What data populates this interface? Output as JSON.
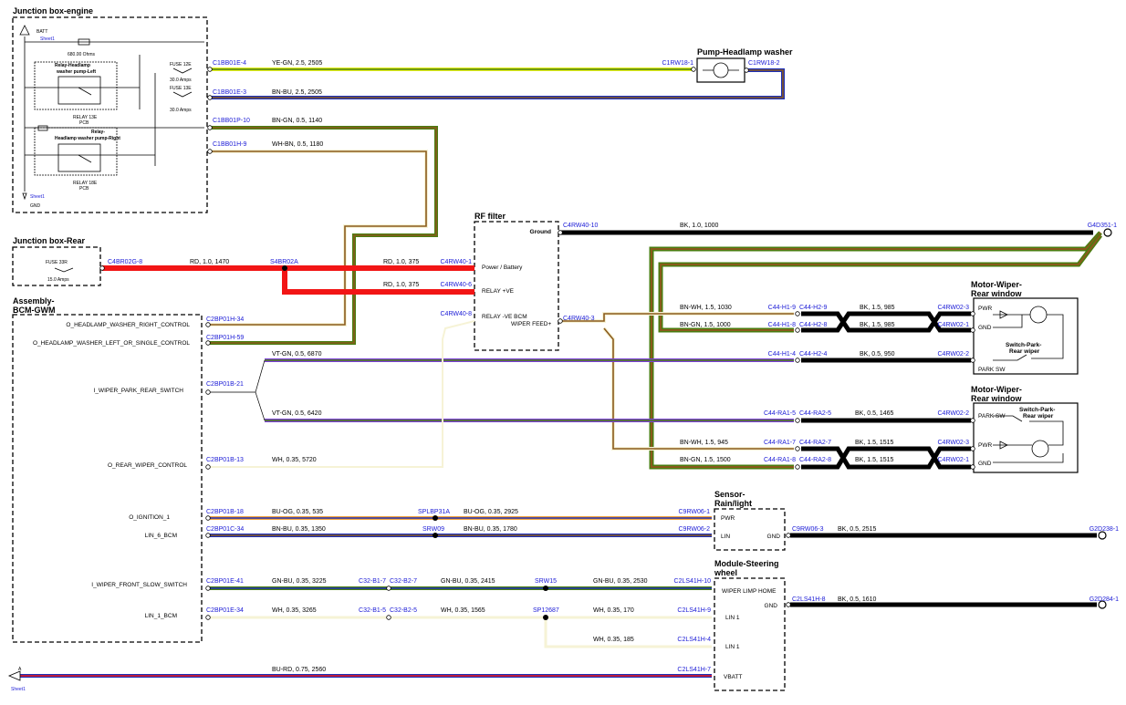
{
  "blocks": {
    "jb_engine": "Junction box-engine",
    "jb_rear": "Junction box-Rear",
    "bcm": "Assembly-\nBCM-GWM",
    "bcm_l1": "Assembly-",
    "bcm_l2": "BCM-GWM",
    "rf_filter": "RF filter",
    "pump": "Pump-Headlamp washer",
    "motor1_l1": "Motor-Wiper-",
    "motor1_l2": "Rear window",
    "motor2_l1": "Motor-Wiper-",
    "motor2_l2": "Rear window",
    "sensor_l1": "Sensor-",
    "sensor_l2": "Rain/light",
    "steer_l1": "Module-Steering",
    "steer_l2": "wheel"
  },
  "jb_engine_parts": {
    "batt": "BATT",
    "sheet_top": "Sheet1",
    "resistor": "680.00 Ohms",
    "relay1_l1": "Relay-Headlamp",
    "relay1_l2": "washer pump-Left",
    "relay1_tag": "RELAY 13E",
    "relay1_pcb": "PCB",
    "relay2_l1": "Relay-",
    "relay2_l2": "Headlamp washer pump-Right",
    "relay2_tag": "RELAY 18E",
    "relay2_pcb": "PCB",
    "sheet_bot": "Sheet1",
    "gnd": "GND",
    "fuse12": "FUSE 12E",
    "fuse12_amp": "30.0 Amps",
    "fuse13": "FUSE 13E",
    "fuse13_amp": "30.0 Amps"
  },
  "jb_rear_parts": {
    "fuse": "FUSE 33R",
    "amp": "15.0 Amps"
  },
  "bcm_signals": {
    "s1": "O_HEADLAMP_WASHER_RIGHT_CONTROL",
    "s2": "O_HEADLAMP_WASHER_LEFT_OR_SINGLE_CONTROL",
    "s3": "I_WIPER_PARK_REAR_SWITCH",
    "s4": "O_REAR_WIPER_CONTROL",
    "s5": "O_IGNITION_1",
    "s6": "LIN_6_BCM",
    "s7": "I_WIPER_FRONT_SLOW_SWITCH",
    "s8": "LIN_1_BCM"
  },
  "rf_pins": {
    "ground": "Ground",
    "power": "Power / Battery",
    "relay_ve": "RELAY +VE",
    "relay_neg": "RELAY -VE BCM",
    "wiper_feed": "WIPER FEED+"
  },
  "motor_pins": {
    "pwr1": "PWR",
    "gnd1": "GND",
    "switch1_l1": "Switch-Park-",
    "switch1_l2": "Rear wiper",
    "parksw1": "PARK SW",
    "parksw2": "PARK SW",
    "switch2_l1": "Switch-Park-",
    "switch2_l2": "Rear wiper",
    "pwr2": "PWR",
    "gnd2": "GND"
  },
  "sensor_pins": {
    "pwr": "PWR",
    "lin": "LIN",
    "gnd": "GND"
  },
  "steer_pins": {
    "wiper": "WIPER LIMP HOME",
    "lin1a": "LIN 1",
    "lin1b": "LIN 1",
    "vbatt": "VBATT",
    "gnd": "GND"
  },
  "bottom": {
    "a": "A",
    "sheet": "Sheet1"
  },
  "connectors": {
    "c1bb01e4": "C1BB01E-4",
    "c1bb01e3": "C1BB01E-3",
    "c1bb01p10": "C1BB01P-10",
    "c1bb01h9": "C1BB01H-9",
    "c1rw181": "C1RW18-1",
    "c1rw182": "C1RW18-2",
    "c4br02g8": "C4BR02G-8",
    "s4br02a": "S4BR02A",
    "c4rw401": "C4RW40-1",
    "c4rw406": "C4RW40-6",
    "c4rw408": "C4RW40-8",
    "c4rw4010": "C4RW40-10",
    "c4rw403": "C4RW40-3",
    "g4d3511": "G4D351-1",
    "c2bp01h34": "C2BP01H-34",
    "c2bp01h59": "C2BP01H-59",
    "c2bp01b21": "C2BP01B-21",
    "c2bp01b13": "C2BP01B-13",
    "c44h19": "C44-H1-9",
    "c44h29": "C44-H2-9",
    "c4rw023a": "C4RW02-3",
    "c44h18": "C44-H1-8",
    "c44h28": "C44-H2-8",
    "c4rw021a": "C4RW02-1",
    "c44h14": "C44-H1-4",
    "c44h24": "C44-H2-4",
    "c4rw022a": "C4RW02-2",
    "c44ra15": "C44-RA1-5",
    "c44ra25": "C44-RA2-5",
    "c4rw022b": "C4RW02-2",
    "c44ra17": "C44-RA1-7",
    "c44ra27": "C44-RA2-7",
    "c4rw023b": "C4RW02-3",
    "c44ra18": "C44-RA1-8",
    "c44ra28": "C44-RA2-8",
    "c4rw021b": "C4RW02-1",
    "c2bp01b18": "C2BP01B-18",
    "splbp31a": "SPLBP31A",
    "c9rw061": "C9RW06-1",
    "c2bp01c34": "C2BP01C-34",
    "srw09": "SRW09",
    "c9rw062": "C9RW06-2",
    "c9rw063": "C9RW06-3",
    "g2d2381": "G2D238-1",
    "c2bp01e41": "C2BP01E-41",
    "c32b17": "C32-B1-7",
    "c32b27": "C32-B2-7",
    "srw15": "SRW15",
    "c2ls41h10": "C2LS41H-10",
    "c2ls41h8": "C2LS41H-8",
    "g2d2841": "G2D284-1",
    "c2bp01e34": "C2BP01E-34",
    "c32b15": "C32-B1-5",
    "c32b25": "C32-B2-5",
    "sp12687": "SP12687",
    "c2ls41h9": "C2LS41H-9",
    "c2ls41h4": "C2LS41H-4",
    "c2ls41h7": "C2LS41H-7"
  },
  "wires": {
    "w_yegn": "YE-GN,  2.5,  2505",
    "w_bnbu": "BN-BU,  2.5,  2505",
    "w_bngn1140": "BN-GN,  0.5,  1140",
    "w_whbn1180": "WH-BN,  0.5,  1180",
    "w_rd1470": "RD,  1.0,  1470",
    "w_rd375a": "RD,  1.0,  375",
    "w_rd375b": "RD,  1.0,  375",
    "w_bk1000": "BK,  1.0,  1000",
    "w_bnwh1030": "BN-WH,  1.5,  1030",
    "w_bk985a": "BK,  1.5,  985",
    "w_bngn1000": "BN-GN,  1.5,  1000",
    "w_bk985b": "BK,  1.5,  985",
    "w_vtgn6870": "VT-GN,  0.5,  6870",
    "w_bk950": "BK,  0.5,  950",
    "w_vtgn6420": "VT-GN,  0.5,  6420",
    "w_bk1465": "BK,  0.5,  1465",
    "w_bnwh945": "BN-WH,  1.5,  945",
    "w_bk1515a": "BK,  1.5,  1515",
    "w_bngn1500": "BN-GN,  1.5,  1500",
    "w_bk1515b": "BK,  1.5,  1515",
    "w_wh5720": "WH,  0.35,  5720",
    "w_buog535": "BU-OG,  0.35,  535",
    "w_buog2925": "BU-OG,  0.35,  2925",
    "w_bnbu1350": "BN-BU,  0.35,  1350",
    "w_bnbu1780": "BN-BU,  0.35,  1780",
    "w_bk2515": "BK,  0.5,  2515",
    "w_gnbu3225": "GN-BU,  0.35,  3225",
    "w_gnbu2415": "GN-BU,  0.35,  2415",
    "w_gnbu2530": "GN-BU,  0.35,  2530",
    "w_bk1610": "BK,  0.5,  1610",
    "w_wh3265": "WH,  0.35,  3265",
    "w_wh1565": "WH,  0.35,  1565",
    "w_wh170": "WH,  0.35,  170",
    "w_wh185": "WH,  0.35,  185",
    "w_burd": "BU-RD,  0.75,  2560"
  },
  "colors": {
    "yellow": "#e4f01c",
    "green": "#4a7d10",
    "blue": "#1c2fb8",
    "brown": "#8a5a1c",
    "red": "#f21515",
    "black": "#000000",
    "violet": "#7a3fd6",
    "orange": "#f2a23a",
    "white_wire": "#f6f3d6",
    "connector_text": "#1a1ad6"
  }
}
